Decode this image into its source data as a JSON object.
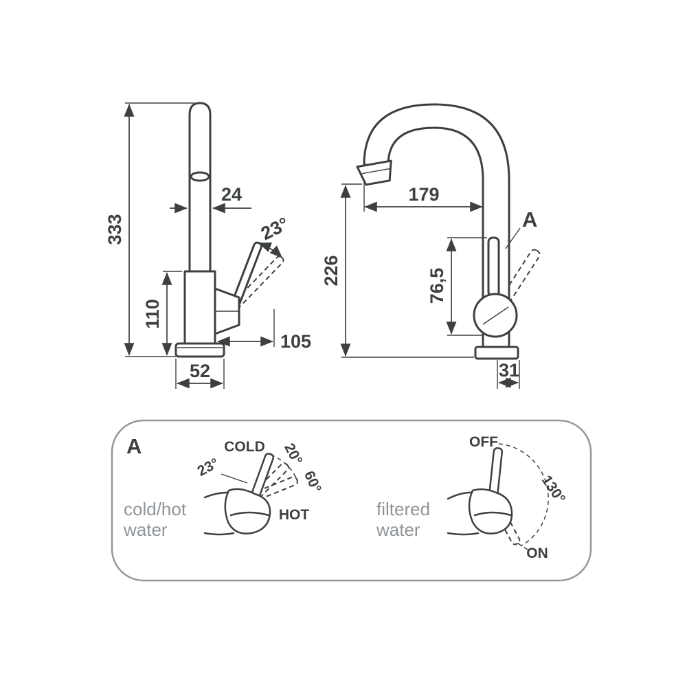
{
  "colors": {
    "line": "#3c4043",
    "gray_text": "#8f9499",
    "panel_border": "#91989c"
  },
  "left_view": {
    "height_total": "333",
    "body_height": "110",
    "spout_width": "24",
    "handle_angle": "23°",
    "depth": "105",
    "base_width": "52"
  },
  "right_view": {
    "reach": "179",
    "spout_height": "226",
    "handle_height": "76,5",
    "detail_ref": "A",
    "base_width": "31"
  },
  "detail_panel": {
    "label": "A",
    "mixer": {
      "caption_line1": "cold/hot",
      "caption_line2": "water",
      "cold": "COLD",
      "angle_open": "20°",
      "angle_range": "60°",
      "hot": "HOT",
      "angle_tilt": "23°"
    },
    "filter": {
      "caption_line1": "filtered",
      "caption_line2": "water",
      "off": "OFF",
      "angle_range": "130°",
      "on": "ON"
    }
  }
}
